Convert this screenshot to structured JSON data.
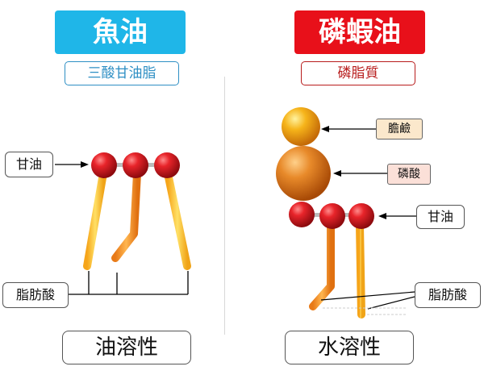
{
  "left": {
    "title": "魚油",
    "title_color": "#1fb6e8",
    "subtitle": "三酸甘油脂",
    "subtitle_color": "#2e8fc4",
    "glycerol_label": "甘油",
    "fatty_acid_label": "脂肪酸",
    "solubility": "油溶性"
  },
  "right": {
    "title": "磷蝦油",
    "title_color": "#e8101a",
    "subtitle": "磷脂質",
    "subtitle_color": "#b81c1c",
    "choline_label": "膽鹼",
    "phosphate_label": "磷酸",
    "glycerol_label": "甘油",
    "fatty_acid_label": "脂肪酸",
    "solubility": "水溶性"
  }
}
